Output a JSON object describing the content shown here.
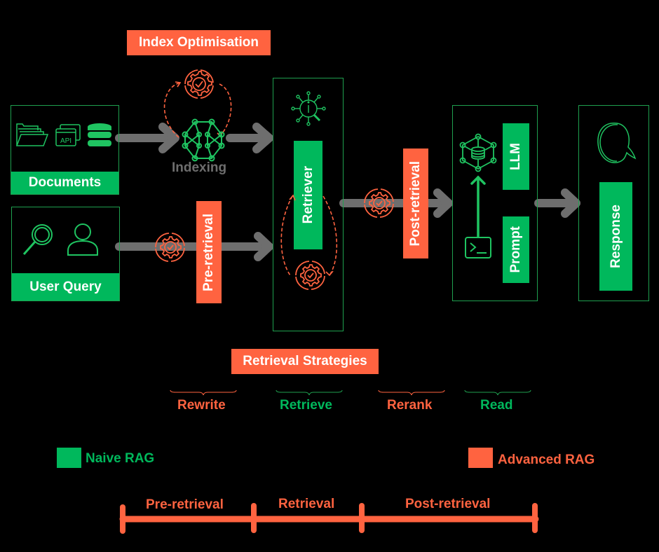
{
  "colors": {
    "background": "#000000",
    "naive_green": "#00b85c",
    "advanced_orange": "#ff6340",
    "arrow_gray": "#6e6e6e",
    "indexing_text": "#6e6e6e"
  },
  "labels": {
    "index_optimisation": "Index Optimisation",
    "indexing": "Indexing",
    "documents": "Documents",
    "user_query": "User Query",
    "pre_retrieval": "Pre-retrieval",
    "retriever": "Retriever",
    "post_retrieval": "Post-retrieval",
    "llm": "LLM",
    "prompt": "Prompt",
    "response": "Response",
    "retrieval_strategies": "Retrieval Strategies"
  },
  "icons": {
    "documents": [
      "folder-icon",
      "api-icon",
      "database-icon"
    ],
    "user_query": [
      "search-icon",
      "user-icon"
    ],
    "indexing": "network-graph-icon",
    "optimisation": "gear-check-cycle-icon",
    "retriever": "info-search-icon",
    "llm": "database-network-icon",
    "prompt": "terminal-icon",
    "response": "chat-bubble-icon"
  },
  "strategies": [
    {
      "label": "Rewrite",
      "type": "advanced"
    },
    {
      "label": "Retrieve",
      "type": "naive"
    },
    {
      "label": "Rerank",
      "type": "advanced"
    },
    {
      "label": "Read",
      "type": "naive"
    }
  ],
  "legend": [
    {
      "label": "Naive RAG",
      "color": "#00b85c"
    },
    {
      "label": "Advanced RAG",
      "color": "#ff6340"
    }
  ],
  "timeline": {
    "segments": [
      "Pre-retrieval",
      "Retrieval",
      "Post-retrieval"
    ]
  }
}
